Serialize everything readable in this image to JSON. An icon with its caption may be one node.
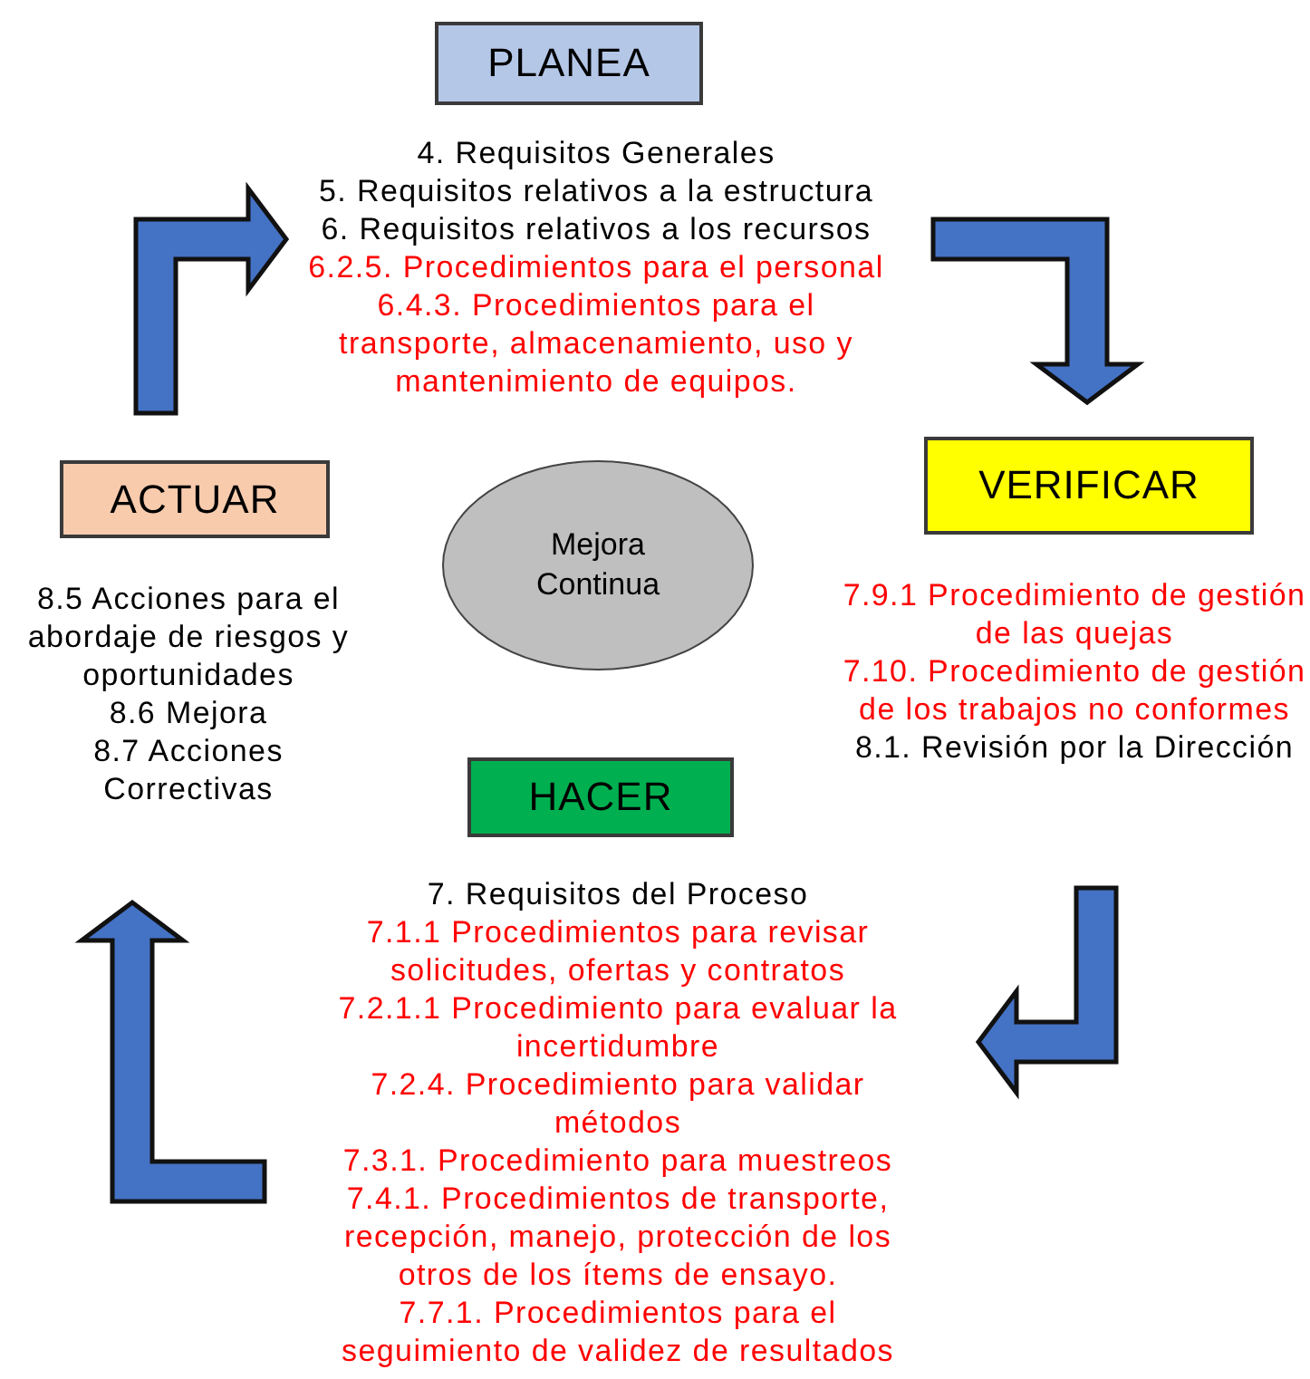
{
  "diagram": {
    "nodes": [
      {
        "text": [
          "PLANEA"
        ],
        "beside": [
          "4. Requisitos Generales",
          "5. Requisitos relativos a la estructura",
          "6. Requisitos relativos a los recursos",
          "6.2.5. Procedimientos para el personal",
          "6.4.3. Procedimientos para el transporte, almacenamiento, uso y mantenimiento de equipos."
        ]
      },
      {
        "text": [
          "VERIFICAR"
        ],
        "beside": [
          "7.9.1 Procedimiento de gestión de las quejas",
          "7.10. Procedimiento de gestión de los trabajos no conformes",
          "8.1. Revisión por la Dirección"
        ]
      },
      {
        "text": [
          "HACER"
        ],
        "beside": [
          "7.  Requisitos del Proceso",
          "7.1.1 Procedimientos para revisar solicitudes, ofertas y contratos",
          "7.2.1.1 Procedimiento para evaluar la incertidumbre",
          "7.2.4. Procedimiento para validar métodos",
          "7.3.1. Procedimiento para muestreos",
          "7.4.1. Procedimientos de transporte, recepción, manejo, protección de los otros de los ítems de ensayo.",
          "7.7.1. Procedimientos para el seguimiento de validez de resultados"
        ]
      },
      {
        "text": [
          "ACTUAR"
        ],
        "beside": [
          "8.5 Acciones para el abordaje de riesgos y oportunidades",
          "8.6 Mejora",
          "8.7 Acciones Correctivas"
        ]
      },
      {
        "text": [
          "Mejora Continua"
        ]
      }
    ],
    "edges": [
      {
        "from": 3,
        "to": 0,
        "arrow": "to",
        "style": "thick"
      },
      {
        "from": 0,
        "to": 1,
        "arrow": "to",
        "style": "thick"
      },
      {
        "from": 1,
        "to": 2,
        "arrow": "to",
        "style": "thick"
      },
      {
        "from": 2,
        "to": 3,
        "arrow": "to",
        "style": "thick"
      }
    ]
  }
}
